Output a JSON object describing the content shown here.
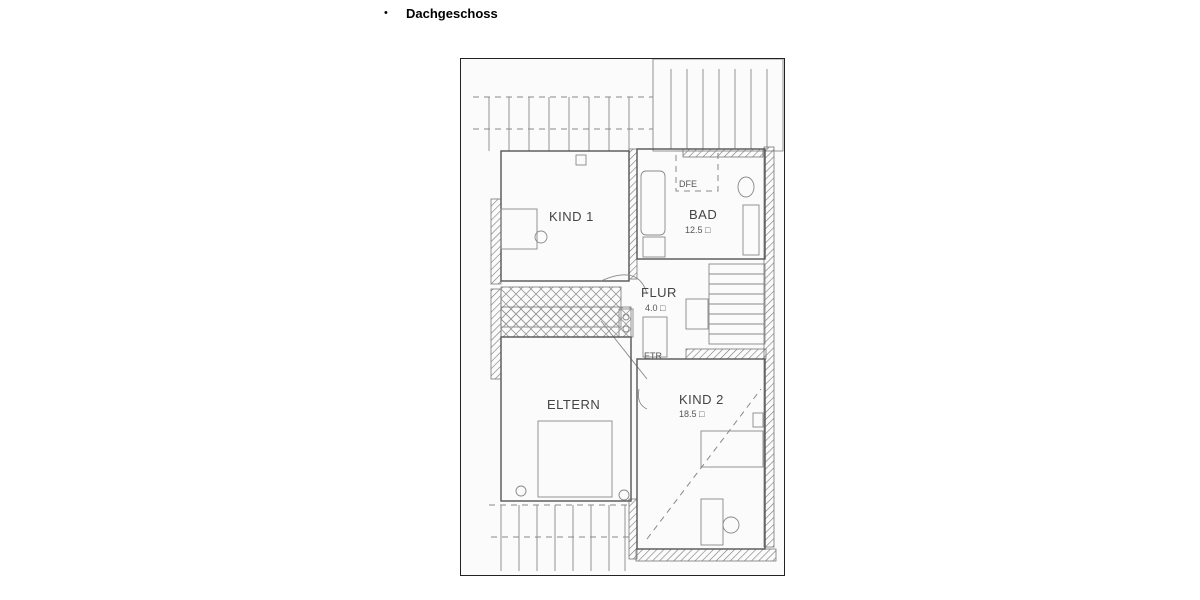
{
  "heading": {
    "bullet": "•",
    "title": "Dachgeschoss"
  },
  "floorplan": {
    "rooms": [
      {
        "name": "KIND 1",
        "area": ""
      },
      {
        "name": "BAD",
        "area": "12.5 □"
      },
      {
        "name": "FLUR",
        "area": "4.0 □"
      },
      {
        "name": "ELTERN",
        "area": ""
      },
      {
        "name": "KIND 2",
        "area": "18.5 □"
      }
    ],
    "labels": {
      "dfe": "DFE",
      "etr": "ETR"
    }
  }
}
